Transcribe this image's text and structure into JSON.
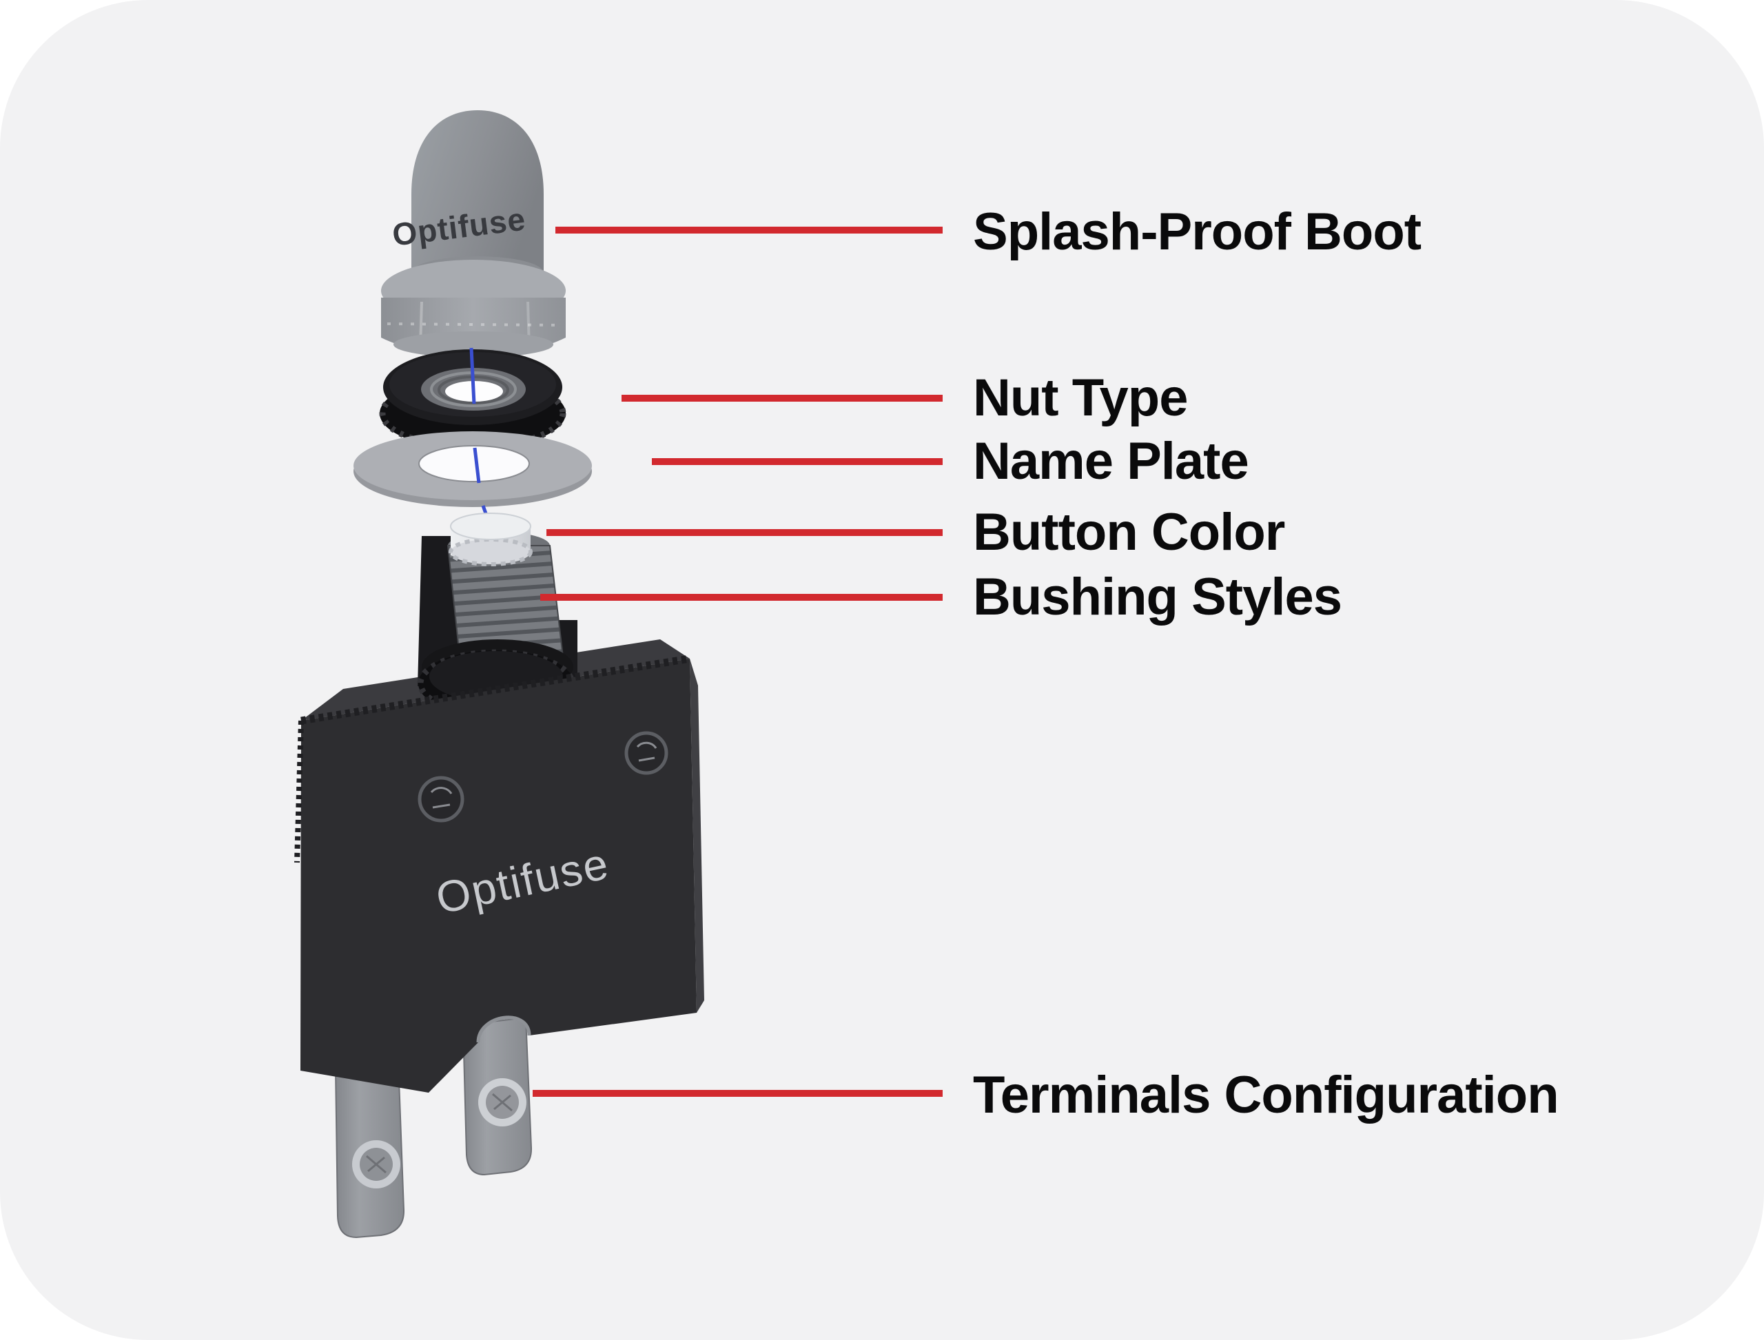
{
  "colors": {
    "page_bg": "#ffffff",
    "card_bg": "#f2f2f3",
    "accent_red": "#d2292e",
    "axis_blue": "#3a4fd0",
    "label_text": "#0a0a0b"
  },
  "device": {
    "boot_logo": "Optifuse",
    "body_logo": "Optifuse"
  },
  "labels": [
    {
      "id": "splash-proof-boot",
      "text": "Splash-Proof Boot"
    },
    {
      "id": "nut-type",
      "text": "Nut Type"
    },
    {
      "id": "name-plate",
      "text": "Name Plate"
    },
    {
      "id": "button-color",
      "text": "Button Color"
    },
    {
      "id": "bushing-styles",
      "text": "Bushing Styles"
    },
    {
      "id": "terminals-configuration",
      "text": "Terminals Configuration"
    }
  ]
}
